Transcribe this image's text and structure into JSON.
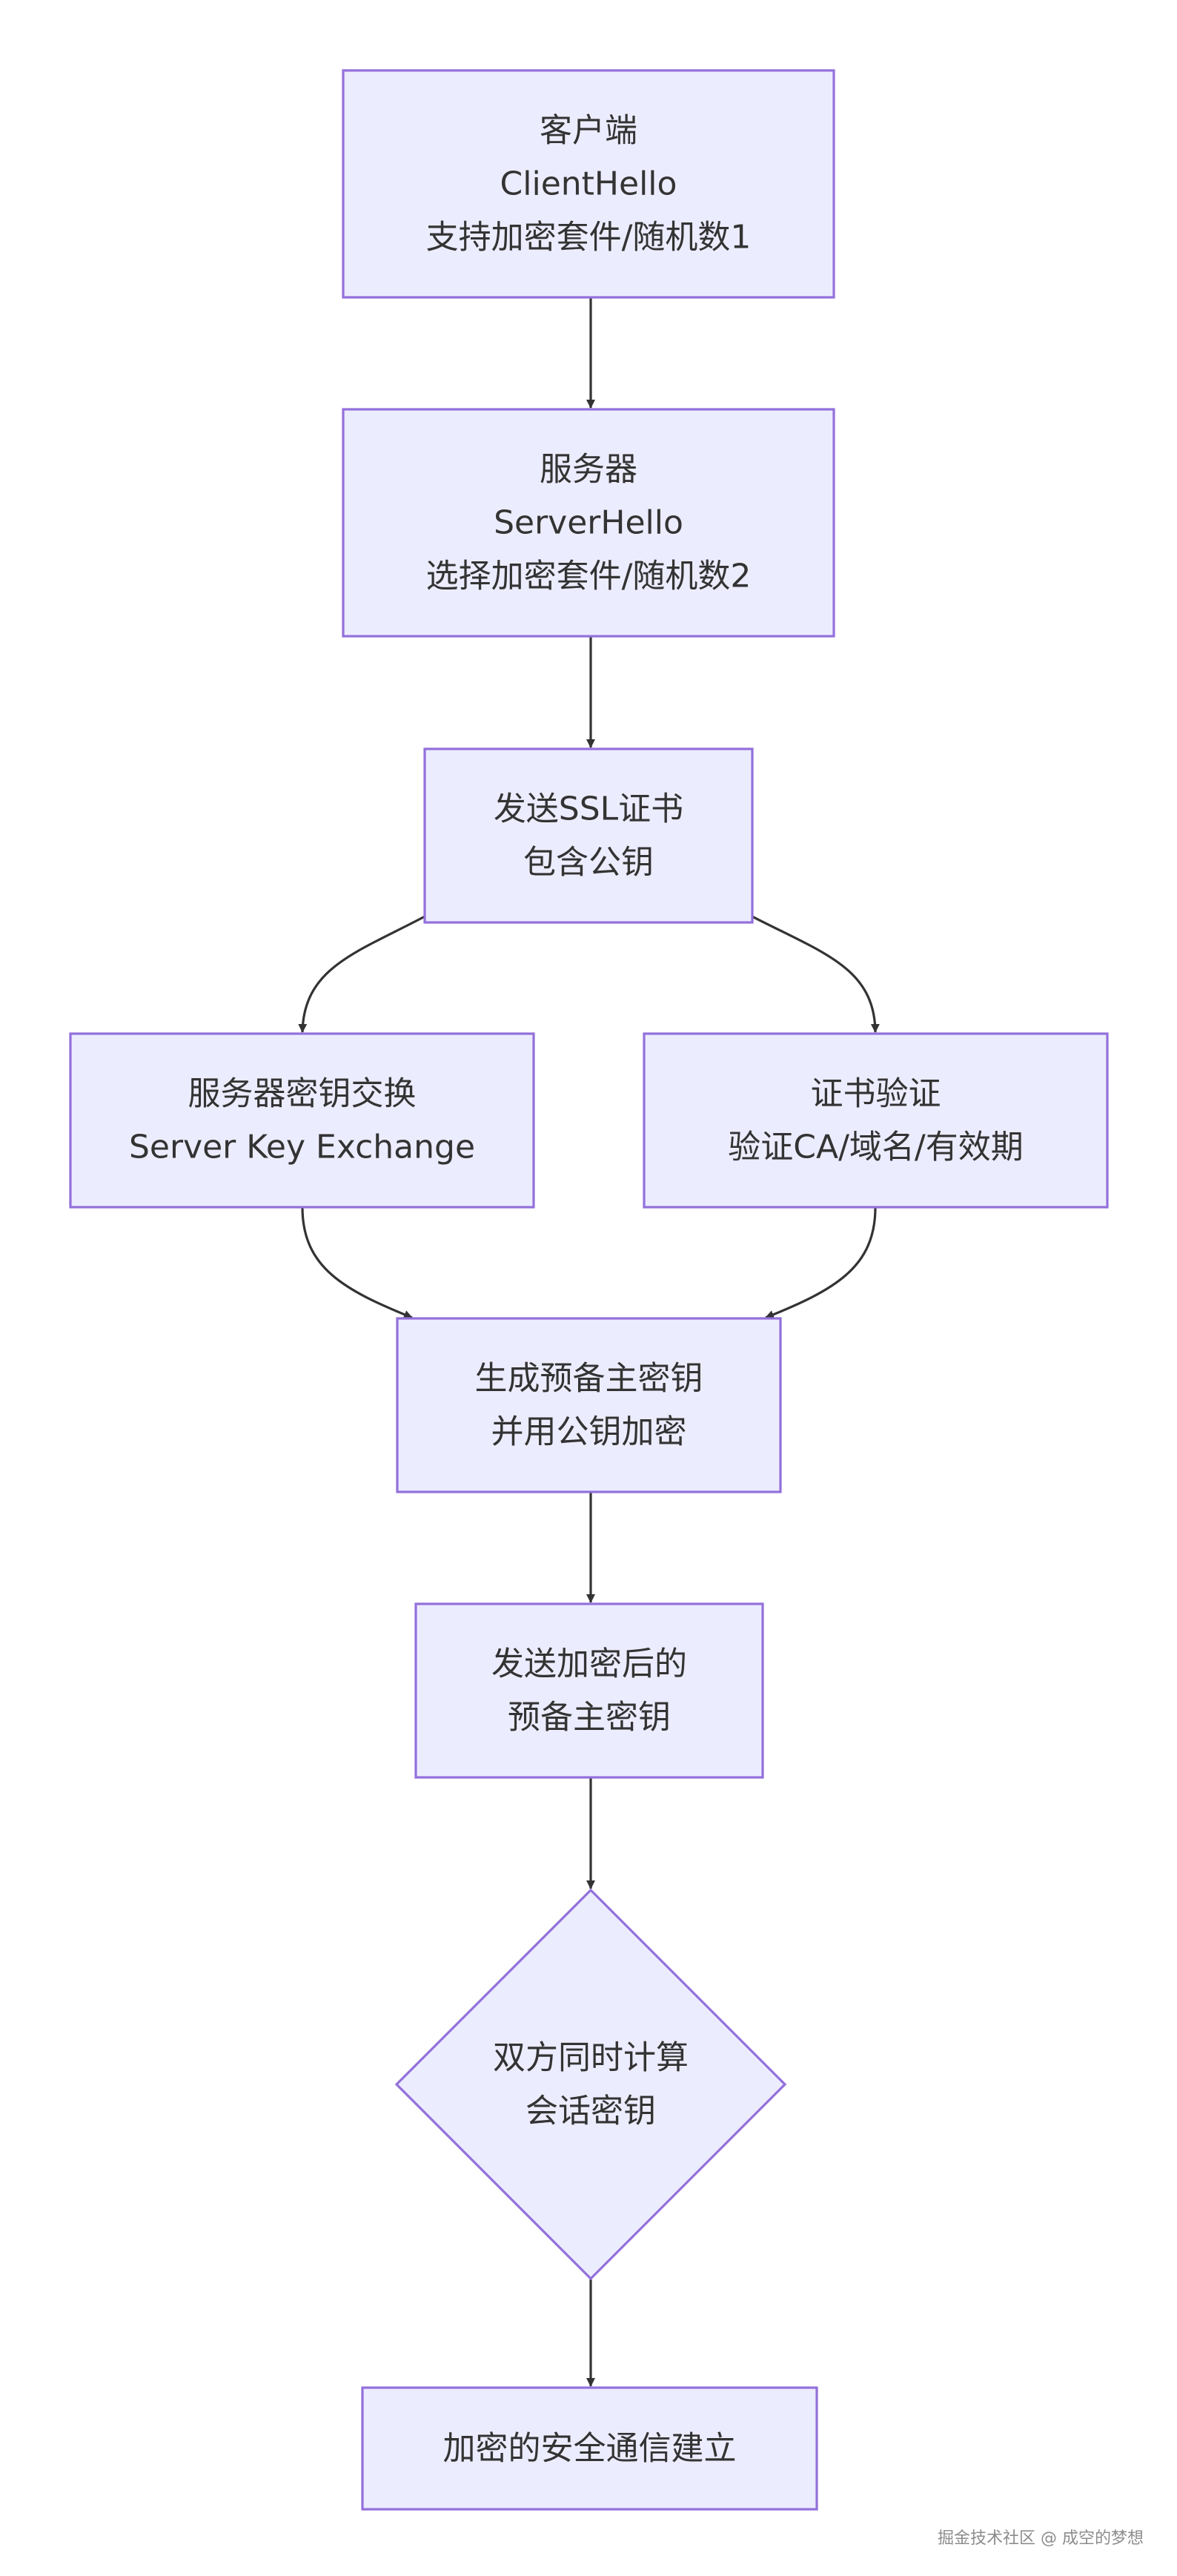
{
  "colors": {
    "node_fill": "#ececff",
    "node_stroke": "#9370db",
    "edge": "#333333",
    "text": "#333333",
    "background": "#ffffff"
  },
  "nodes": [
    {
      "id": "client_hello",
      "shape": "rect",
      "lines": [
        "客户端",
        "ClientHello",
        "支持加密套件/随机数1"
      ]
    },
    {
      "id": "server_hello",
      "shape": "rect",
      "lines": [
        "服务器",
        "ServerHello",
        "选择加密套件/随机数2"
      ]
    },
    {
      "id": "send_cert",
      "shape": "rect",
      "lines": [
        "发送SSL证书",
        "包含公钥"
      ]
    },
    {
      "id": "key_exchange",
      "shape": "rect",
      "lines": [
        "服务器密钥交换",
        "Server Key Exchange"
      ]
    },
    {
      "id": "cert_verify",
      "shape": "rect",
      "lines": [
        "证书验证",
        "验证CA/域名/有效期"
      ]
    },
    {
      "id": "gen_premaster",
      "shape": "rect",
      "lines": [
        "生成预备主密钥",
        "并用公钥加密"
      ]
    },
    {
      "id": "send_premaster",
      "shape": "rect",
      "lines": [
        "发送加密后的",
        "预备主密钥"
      ]
    },
    {
      "id": "compute_session",
      "shape": "diamond",
      "lines": [
        "双方同时计算",
        "会话密钥"
      ]
    },
    {
      "id": "secure_comm",
      "shape": "rect",
      "lines": [
        "加密的安全通信建立"
      ]
    }
  ],
  "edges": [
    {
      "from": "client_hello",
      "to": "server_hello"
    },
    {
      "from": "server_hello",
      "to": "send_cert"
    },
    {
      "from": "send_cert",
      "to": "key_exchange"
    },
    {
      "from": "send_cert",
      "to": "cert_verify"
    },
    {
      "from": "key_exchange",
      "to": "gen_premaster"
    },
    {
      "from": "cert_verify",
      "to": "gen_premaster"
    },
    {
      "from": "gen_premaster",
      "to": "send_premaster"
    },
    {
      "from": "send_premaster",
      "to": "compute_session"
    },
    {
      "from": "compute_session",
      "to": "secure_comm"
    }
  ],
  "watermark": "掘金技术社区 @ 成空的梦想"
}
